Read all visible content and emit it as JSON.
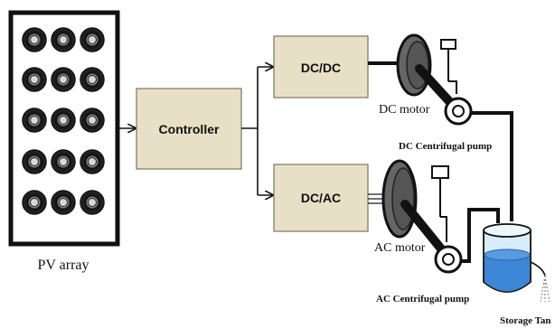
{
  "labels": {
    "pv_array": "PV array",
    "controller": "Controller",
    "dcdc": "DC/DC",
    "dcac": "DC/AC",
    "dc_motor": "DC motor",
    "dc_pump": "DC Centrifugal pump",
    "ac_motor": "AC motor",
    "ac_pump": "AC Centrifugal pump",
    "storage_tank": "Storage Tan"
  },
  "colors": {
    "box_fill": "#e8e0c6",
    "motor_fill": "#666666",
    "water": "#3d86d6",
    "tank_glass": "#d9ecfb"
  },
  "pv_cells": {
    "rows": 5,
    "cols": 3
  }
}
